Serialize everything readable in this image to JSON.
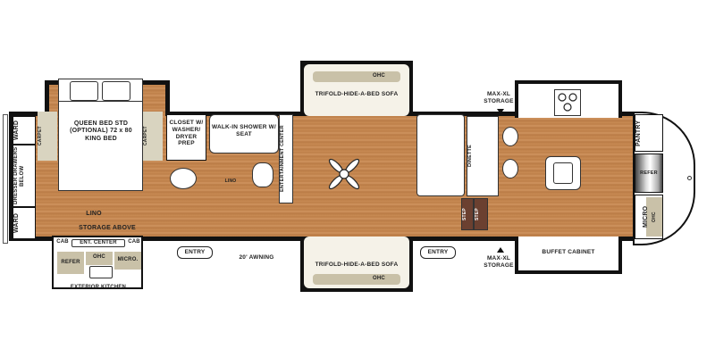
{
  "floorplan": {
    "rear": {
      "wardrobe_top": "WARD",
      "dresser": "DRESSER DRAWERS BELOW",
      "wardrobe_bottom": "WARD",
      "carpet_left": "CARPET",
      "carpet_right": "CARPET",
      "bed": "QUEEN BED STD (OPTIONAL) 72 x 80 KING BED",
      "floor": "LINO",
      "storage": "STORAGE ABOVE"
    },
    "exterior_kitchen": {
      "cab_left": "CAB",
      "ent_center": "ENT. CENTER",
      "cab_right": "CAB",
      "refer": "REFER",
      "ohc": "OHC",
      "micro": "MICRO.",
      "label": "EXTERIOR KITCHEN"
    },
    "bath": {
      "closet": "CLOSET W/ WASHER/ DRYER PREP",
      "shower": "WALK-IN SHOWER W/ SEAT",
      "floor": "LINO",
      "ent_center": "ENTERTAINMENT CENTER"
    },
    "living": {
      "sofa_top": "TRIFOLD-HIDE-A-BED SOFA",
      "ohc_top": "OHC",
      "sofa_bottom": "TRIFOLD-HIDE-A-BED SOFA",
      "ohc_bottom": "OHC",
      "awning": "20' AWNING",
      "entry_left": "ENTRY",
      "entry_right": "ENTRY"
    },
    "kitchen": {
      "storage_top": "MAX-XL STORAGE",
      "storage_bottom": "MAX-XL STORAGE",
      "dinette": "DINETTE",
      "step1": "STEP",
      "step2": "STEP",
      "buffet": "BUFFET CABINET",
      "pantry": "PANTRY",
      "refer": "REFER",
      "micro": "MICRO",
      "ohc": "OHC"
    }
  }
}
